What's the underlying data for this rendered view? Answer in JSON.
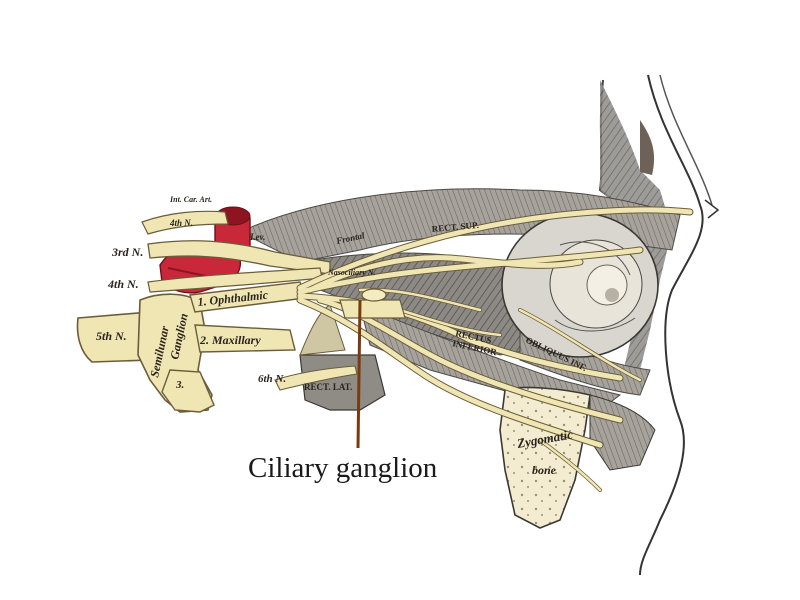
{
  "caption": "Ciliary ganglion",
  "labels": {
    "nerve_3rd": "3rd N.",
    "nerve_4th": "4th N.",
    "nerve_5th": "5th N.",
    "nerve_6th": "6th N.",
    "ophthalmic": "1. Ophthalmic",
    "maxillary": "2. Maxillary",
    "mandibular_num": "3.",
    "semilunar": "Semilunar",
    "ganglion": "Ganglion",
    "frontal": "Frontal",
    "nasociliary": "Nasociliary N.",
    "rect_sup": "RECT. SUP.",
    "rect_lat": "RECT. LAT.",
    "rectus": "RECTUS",
    "inferior": "INFERIOR",
    "obliquus": "OBLIQUUS INF.",
    "zygomatic": "Zygomatic",
    "bone": "bone",
    "artery": "Int. Car. Art.",
    "nerve_4th_top": "4th N.",
    "levator": "Lev."
  },
  "colors": {
    "nerve": "#efe6b4",
    "nerve_outline": "#6b5d3a",
    "artery": "#c8283a",
    "artery_dark": "#8e1422",
    "muscle": "#7c7a78",
    "muscle_light": "#b8b4ae",
    "bone": "#f3ecd0",
    "pointer": "#7a3a10"
  }
}
